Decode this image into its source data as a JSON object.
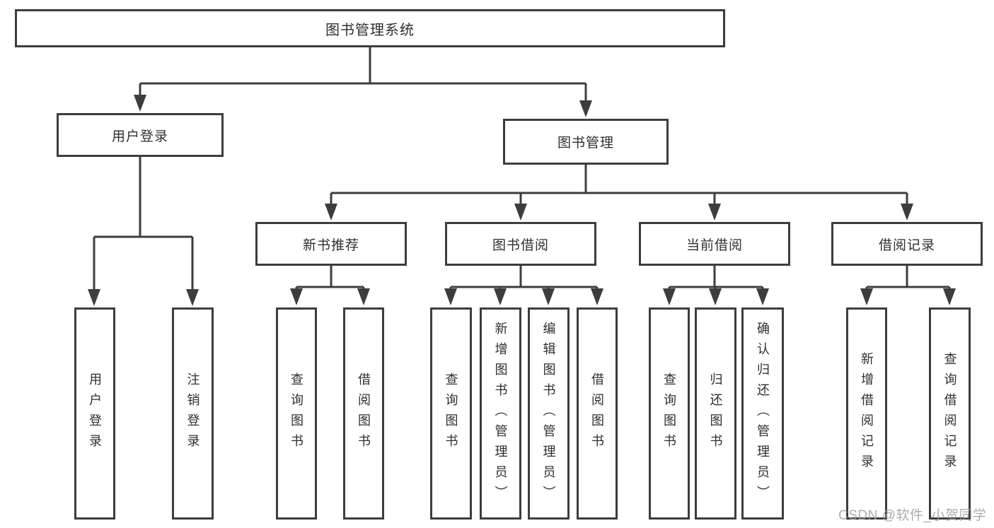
{
  "diagram_type": "hierarchy-tree",
  "tree": {
    "root": {
      "label": "图书管理系统",
      "children": [
        {
          "label": "用户登录",
          "children": [
            {
              "label": "用户登录"
            },
            {
              "label": "注销登录"
            }
          ]
        },
        {
          "label": "图书管理",
          "children": [
            {
              "label": "新书推荐",
              "children": [
                {
                  "label": "查询图书"
                },
                {
                  "label": "借阅图书"
                }
              ]
            },
            {
              "label": "图书借阅",
              "children": [
                {
                  "label": "查询图书"
                },
                {
                  "label": "新增图书（管理员）"
                },
                {
                  "label": "编辑图书（管理员）"
                },
                {
                  "label": "借阅图书"
                }
              ]
            },
            {
              "label": "当前借阅",
              "children": [
                {
                  "label": "查询图书"
                },
                {
                  "label": "归还图书"
                },
                {
                  "label": "确认归还（管理员）"
                }
              ]
            },
            {
              "label": "借阅记录",
              "children": [
                {
                  "label": "新增借阅记录"
                },
                {
                  "label": "查询借阅记录"
                }
              ]
            }
          ]
        }
      ]
    }
  },
  "watermark": {
    "text": "CSDN @软件_小贺同学"
  },
  "colors": {
    "line": "#3d3d3d",
    "box_border": "#3d3d3d",
    "text": "#2f2f2f",
    "background": "#ffffff",
    "watermark": "#9e9e9e"
  }
}
